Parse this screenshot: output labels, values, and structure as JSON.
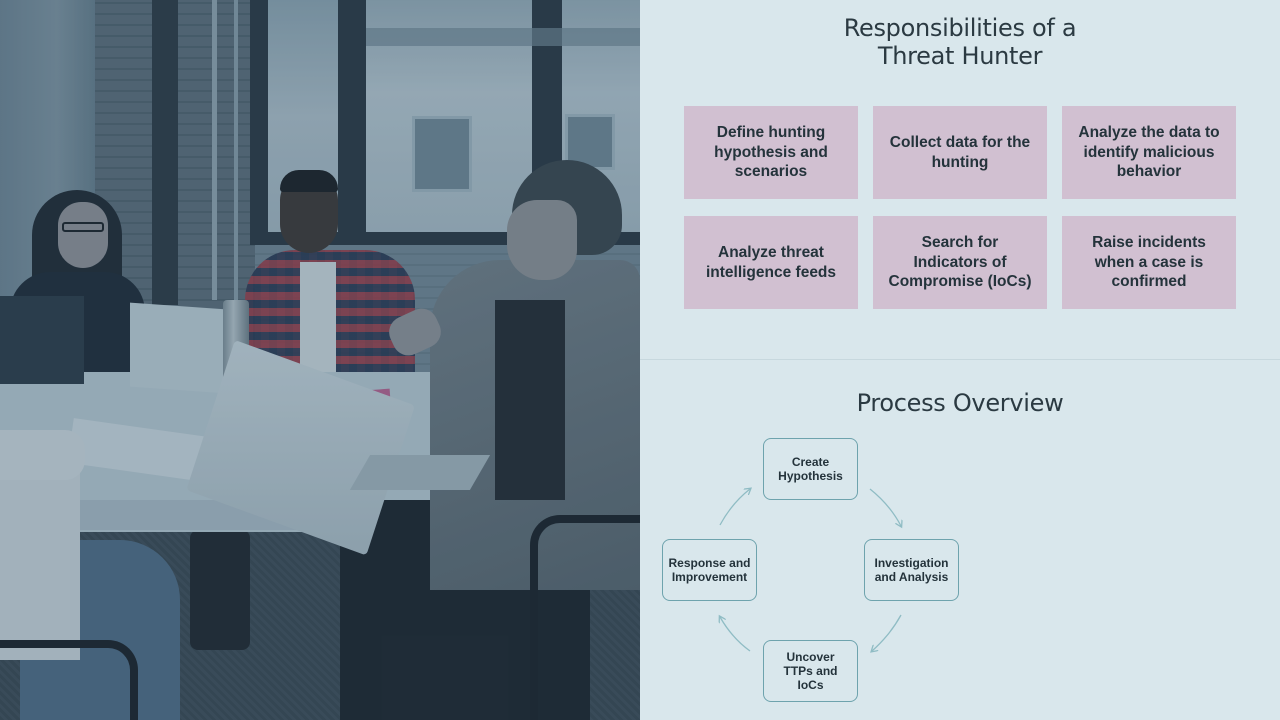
{
  "responsibilities": {
    "title_line1": "Responsibilities of a",
    "title_line2": "Threat Hunter",
    "items": [
      {
        "label": "Define hunting hypothesis and scenarios"
      },
      {
        "label": "Collect data for the hunting"
      },
      {
        "label": "Analyze the data to identify malicious behavior"
      },
      {
        "label": "Analyze threat intelligence feeds"
      },
      {
        "label": "Search for Indicators of Compromise (IoCs)"
      },
      {
        "label": "Raise incidents when a case is confirmed"
      }
    ]
  },
  "process": {
    "title": "Process Overview",
    "steps": [
      {
        "label": "Create Hypothesis"
      },
      {
        "label": "Investigation and Analysis"
      },
      {
        "label": "Uncover TTPs and IoCs"
      },
      {
        "label": "Response and Improvement"
      }
    ]
  },
  "colors": {
    "background": "#d9e7ec",
    "card": "#d1c0d1",
    "step_border": "#6ea3ad",
    "arrow": "#8fbcc4",
    "text": "#24333b"
  }
}
